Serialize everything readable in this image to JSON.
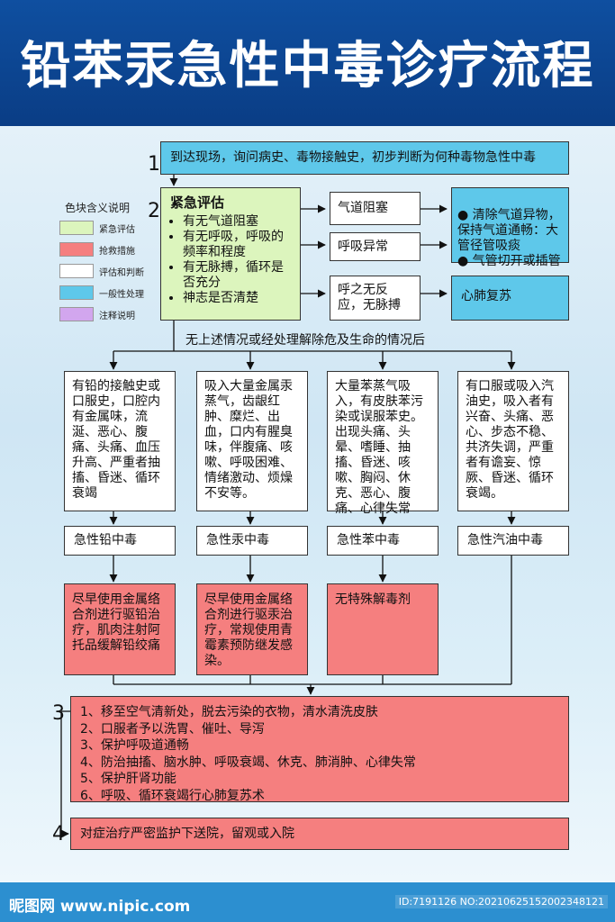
{
  "title": "铅苯汞急性中毒诊疗流程",
  "legend": {
    "title": "色块含义说明",
    "items": [
      {
        "label": "紧急评估",
        "color": "#dcf5bd"
      },
      {
        "label": "抢救措施",
        "color": "#f57f7f"
      },
      {
        "label": "评估和判断",
        "color": "#ffffff"
      },
      {
        "label": "一般性处理",
        "color": "#5ec8ea"
      },
      {
        "label": "注释说明",
        "color": "#d2a6ee"
      }
    ]
  },
  "steps": {
    "s1": "1",
    "s2": "2",
    "s3": "3",
    "s4": "4"
  },
  "step1": "到达现场，询问病史、毒物接触史，初步判断为何种毒物急性中毒",
  "assessment": {
    "title": "紧急评估",
    "items": [
      "有无气道阻塞",
      "有无呼吸，呼吸的频率和程度",
      "有无脉搏，循环是否充分",
      "神志是否清楚"
    ]
  },
  "checks": {
    "airway": "气道阻塞",
    "breathing": "呼吸异常",
    "noresp": "呼之无反应，无脉搏"
  },
  "actions": {
    "airway": "● 清除气道异物，保持气道通畅：大管径管吸痰\n● 气管切开或插管",
    "cpr": "心肺复苏"
  },
  "note": "无上述情况或经处理解除危及生命的情况后",
  "symptoms": [
    "有铅的接触史或口服史，口腔内有金属味，流涎、恶心、腹痛、头痛、血压升高、严重者抽搐、昏迷、循环衰竭",
    "吸入大量金属汞蒸气，齿龈红肿、糜烂、出血，口内有腥臭味，伴腹痛、咳嗽、呼吸困难、情绪激动、烦燥不安等。",
    "大量苯蒸气吸入，有皮肤苯污染或误服苯史。出现头痛、头晕、嗜睡、抽搐、昏迷、咳嗽、胸闷、休克、恶心、腹痛、心律失常",
    "有口服或吸入汽油史，吸入者有兴奋、头痛、恶心、步态不稳、共济失调，严重者有谵妄、惊厥、昏迷、循环衰竭。"
  ],
  "diagnoses": [
    "急性铅中毒",
    "急性汞中毒",
    "急性苯中毒",
    "急性汽油中毒"
  ],
  "treatments": [
    "尽早使用金属络合剂进行驱铅治疗，肌肉注射阿托品缓解铅绞痛",
    "尽早使用金属络合剂进行驱汞治疗，常规使用青霉素预防继发感染。",
    "无特殊解毒剂"
  ],
  "general": [
    "1、移至空气清新处，脱去污染的衣物，清水清洗皮肤",
    "2、口服者予以洗胃、催吐、导泻",
    "3、保护呼吸道通畅",
    "4、防治抽搐、脑水肿、呼吸衰竭、休克、肺消肿、心律失常",
    "5、保护肝肾功能",
    "6、呼吸、循环衰竭行心肺复苏术"
  ],
  "step4": "对症治疗严密监护下送院，留观或入院",
  "footer": {
    "logo": "昵图网 www.nipic.com",
    "id": "ID:7191126 NO:20210625152002348121"
  }
}
